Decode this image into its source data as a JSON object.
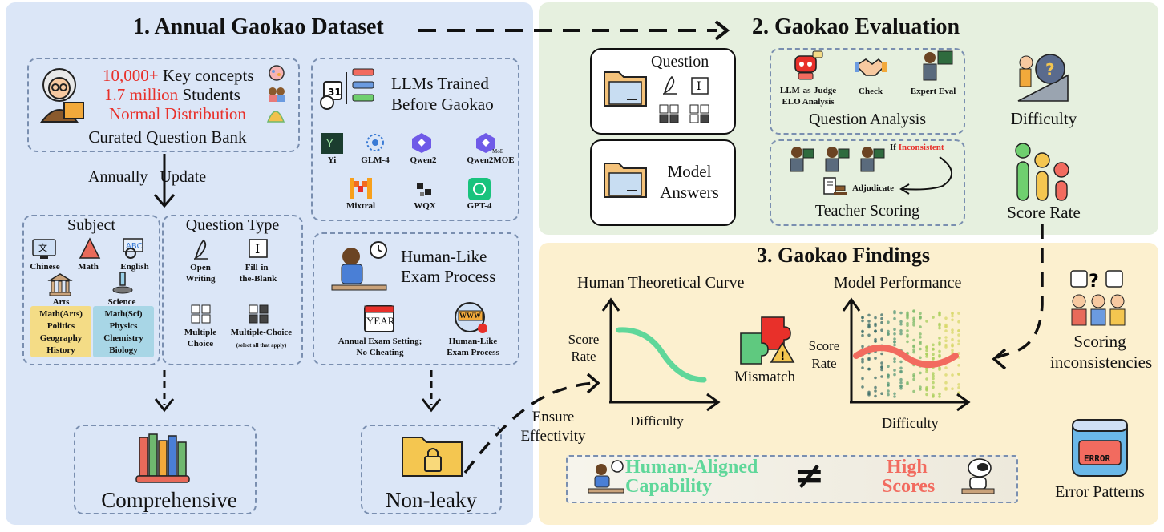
{
  "panels": {
    "dataset_title": "1. Annual Gaokao Dataset",
    "evaluation_title": "2. Gaokao Evaluation",
    "findings_title": "3. Gaokao Findings"
  },
  "question_bank": {
    "stat1_num": "10,000+",
    "stat1_text": "Key concepts",
    "stat2_num": "1.7 million",
    "stat2_text": "Students",
    "stat3": "Normal Distribution",
    "label": "Curated Question Bank"
  },
  "update_label": "Annually   Update",
  "subject": {
    "title": "Subject",
    "items": [
      "Chinese",
      "Math",
      "English",
      "Arts",
      "Science"
    ],
    "arts_list": [
      "Math(Arts)",
      "Politics",
      "Geography",
      "History"
    ],
    "science_list": [
      "Math(Sci)",
      "Physics",
      "Chemistry",
      "Biology"
    ]
  },
  "question_type": {
    "title": "Question Type",
    "open": [
      "Open",
      "Writing"
    ],
    "fill": [
      "Fill-in-",
      "the-Blank"
    ],
    "multiple": [
      "Multiple",
      "Choice"
    ],
    "multi_all": "Multiple-Choice",
    "multi_all_note": "(select all that apply)"
  },
  "llms": {
    "title": [
      "LLMs Trained",
      "Before Gaokao"
    ],
    "models": [
      "Yi",
      "GLM-4",
      "Qwen2",
      "Qwen2MOE",
      "Mixtral",
      "WQX",
      "GPT-4"
    ],
    "moe_tag": "MoE"
  },
  "exam": {
    "title": [
      "Human-Like",
      "Exam Process"
    ],
    "setting": [
      "Annual Exam Setting;",
      "No Cheating"
    ],
    "process": [
      "Human-Like",
      "Exam Process"
    ],
    "year_icon": "YEAR",
    "www_icon": "WWW"
  },
  "outcomes": {
    "comprehensive": "Comprehensive",
    "nonleaky": "Non-leaky"
  },
  "ensure": [
    "Ensure",
    "Effectivity"
  ],
  "evaluation": {
    "question": "Question",
    "model_answers": [
      "Model",
      "Answers"
    ],
    "llm_judge": [
      "LLM-as-Judge",
      "ELO Analysis"
    ],
    "check": "Check",
    "expert": "Expert Eval",
    "question_analysis": "Question Analysis",
    "if_text": "If",
    "inconsistent": "Inconsistent",
    "adjudicate": "Adjudicate",
    "teacher_scoring": "Teacher Scoring",
    "difficulty": "Difficulty",
    "score_rate": "Score Rate"
  },
  "findings": {
    "human_curve": "Human Theoretical Curve",
    "model_perf": "Model Performance",
    "score_rate": [
      "Score",
      "Rate"
    ],
    "difficulty": "Difficulty",
    "mismatch": "Mismatch",
    "human_aligned": [
      "Human-Aligned",
      "Capability"
    ],
    "high_scores": [
      "High",
      "Scores"
    ],
    "neq": "≠",
    "scoring_inconsistencies": [
      "Scoring",
      "inconsistencies"
    ],
    "error_patterns": "Error Patterns",
    "error_icon": "ERROR"
  },
  "colors": {
    "panel1": "#dbe6f7",
    "panel2": "#e6f0df",
    "panel3": "#fcf0cf",
    "red": "#e8302a",
    "green": "#5fd79a",
    "salmon": "#f26b5f",
    "arts_bg": "#f4dc86",
    "science_bg": "#a8d6e6"
  }
}
